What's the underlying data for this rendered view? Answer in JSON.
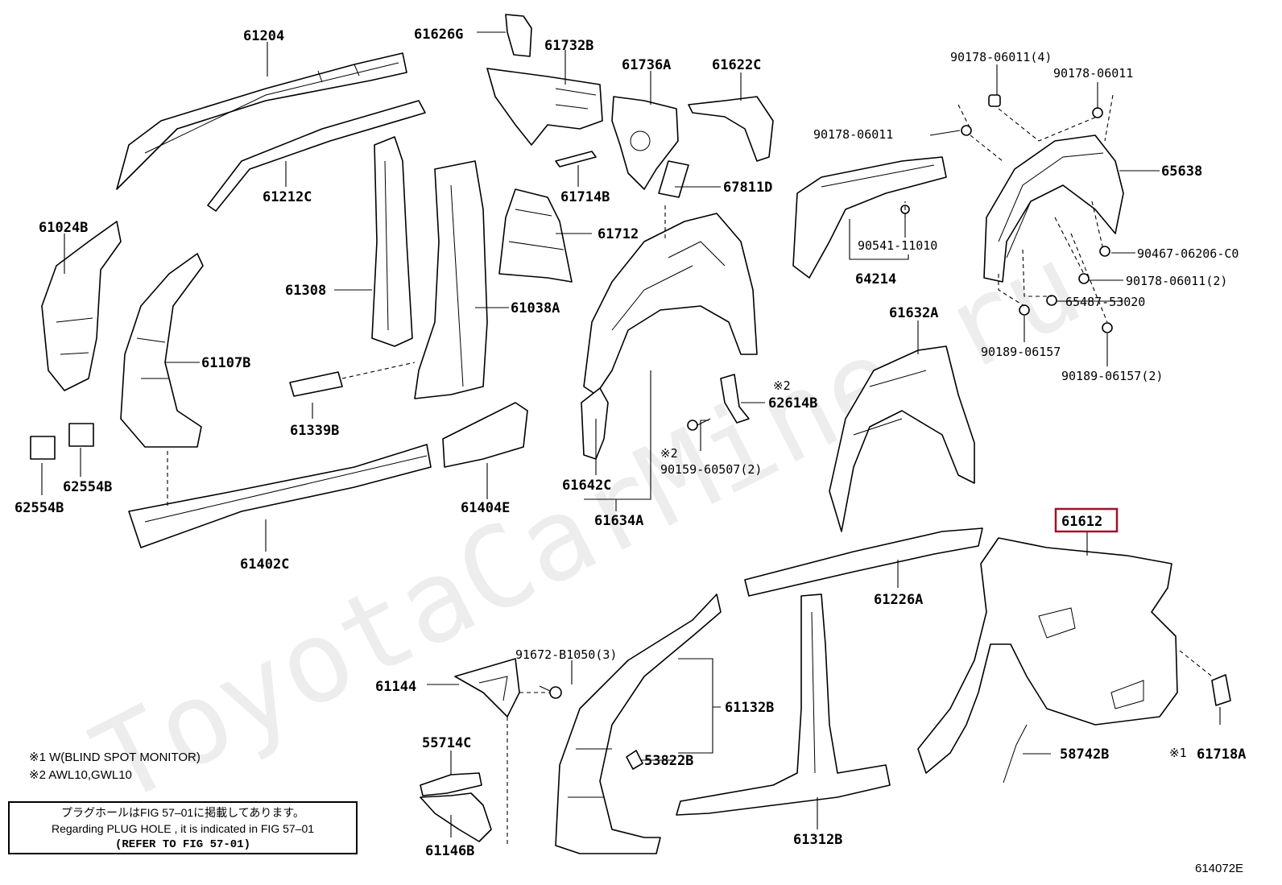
{
  "watermark": "ToyotaCarMine.ru",
  "parts": {
    "p61204": "61204",
    "p61626g": "61626G",
    "p61732b": "61732B",
    "p61736a": "61736A",
    "p61622c": "61622C",
    "p90178_06011_4": "90178-06011(4)",
    "p90178_06011_r": "90178-06011",
    "p90178_06011_l": "90178-06011",
    "p65638": "65638",
    "p61212c": "61212C",
    "p61024b": "61024B",
    "p61714b": "61714B",
    "p67811d": "67811D",
    "p61712": "61712",
    "p90541_11010": "90541-11010",
    "p90467_06206": "90467-06206-C0",
    "p90178_06011_2": "90178-06011(2)",
    "p65487_53020": "65487-53020",
    "p64214": "64214",
    "p61308": "61308",
    "p61038a": "61038A",
    "p61632a": "61632A",
    "p90189_06157": "90189-06157",
    "p90189_06157_2": "90189-06157(2)",
    "p61107b": "61107B",
    "p62614b": "62614B",
    "p61339b": "61339B",
    "p90159_60507": "90159-60507(2)",
    "p62554b_a": "62554B",
    "p62554b_b": "62554B",
    "p61642c": "61642C",
    "p61404e": "61404E",
    "p61634a": "61634A",
    "p61612": "61612",
    "p61402c": "61402C",
    "p61226a": "61226A",
    "p91672": "91672-B1050(3)",
    "p61144": "61144",
    "p61132b": "61132B",
    "p55714c": "55714C",
    "p53822b": "53822B",
    "p58742b": "58742B",
    "p61718a": "61718A",
    "p61146b": "61146B",
    "p61312b": "61312B"
  },
  "marks": {
    "note2_a": "※2",
    "note2_b": "※2",
    "note1": "※1"
  },
  "notes": {
    "note1": "※1 W(BLIND SPOT MONITOR)",
    "note2": "※2 AWL10,GWL10"
  },
  "reference_box": {
    "line1": "プラグホールはFIG 57–01に掲載してあります。",
    "line2": "Regarding  PLUG  HOLE , it is indicated in FIG  57–01",
    "line3": "(REFER TO FIG 57-01)"
  },
  "figure_number": "614072E",
  "highlight_color": "#a0102a"
}
